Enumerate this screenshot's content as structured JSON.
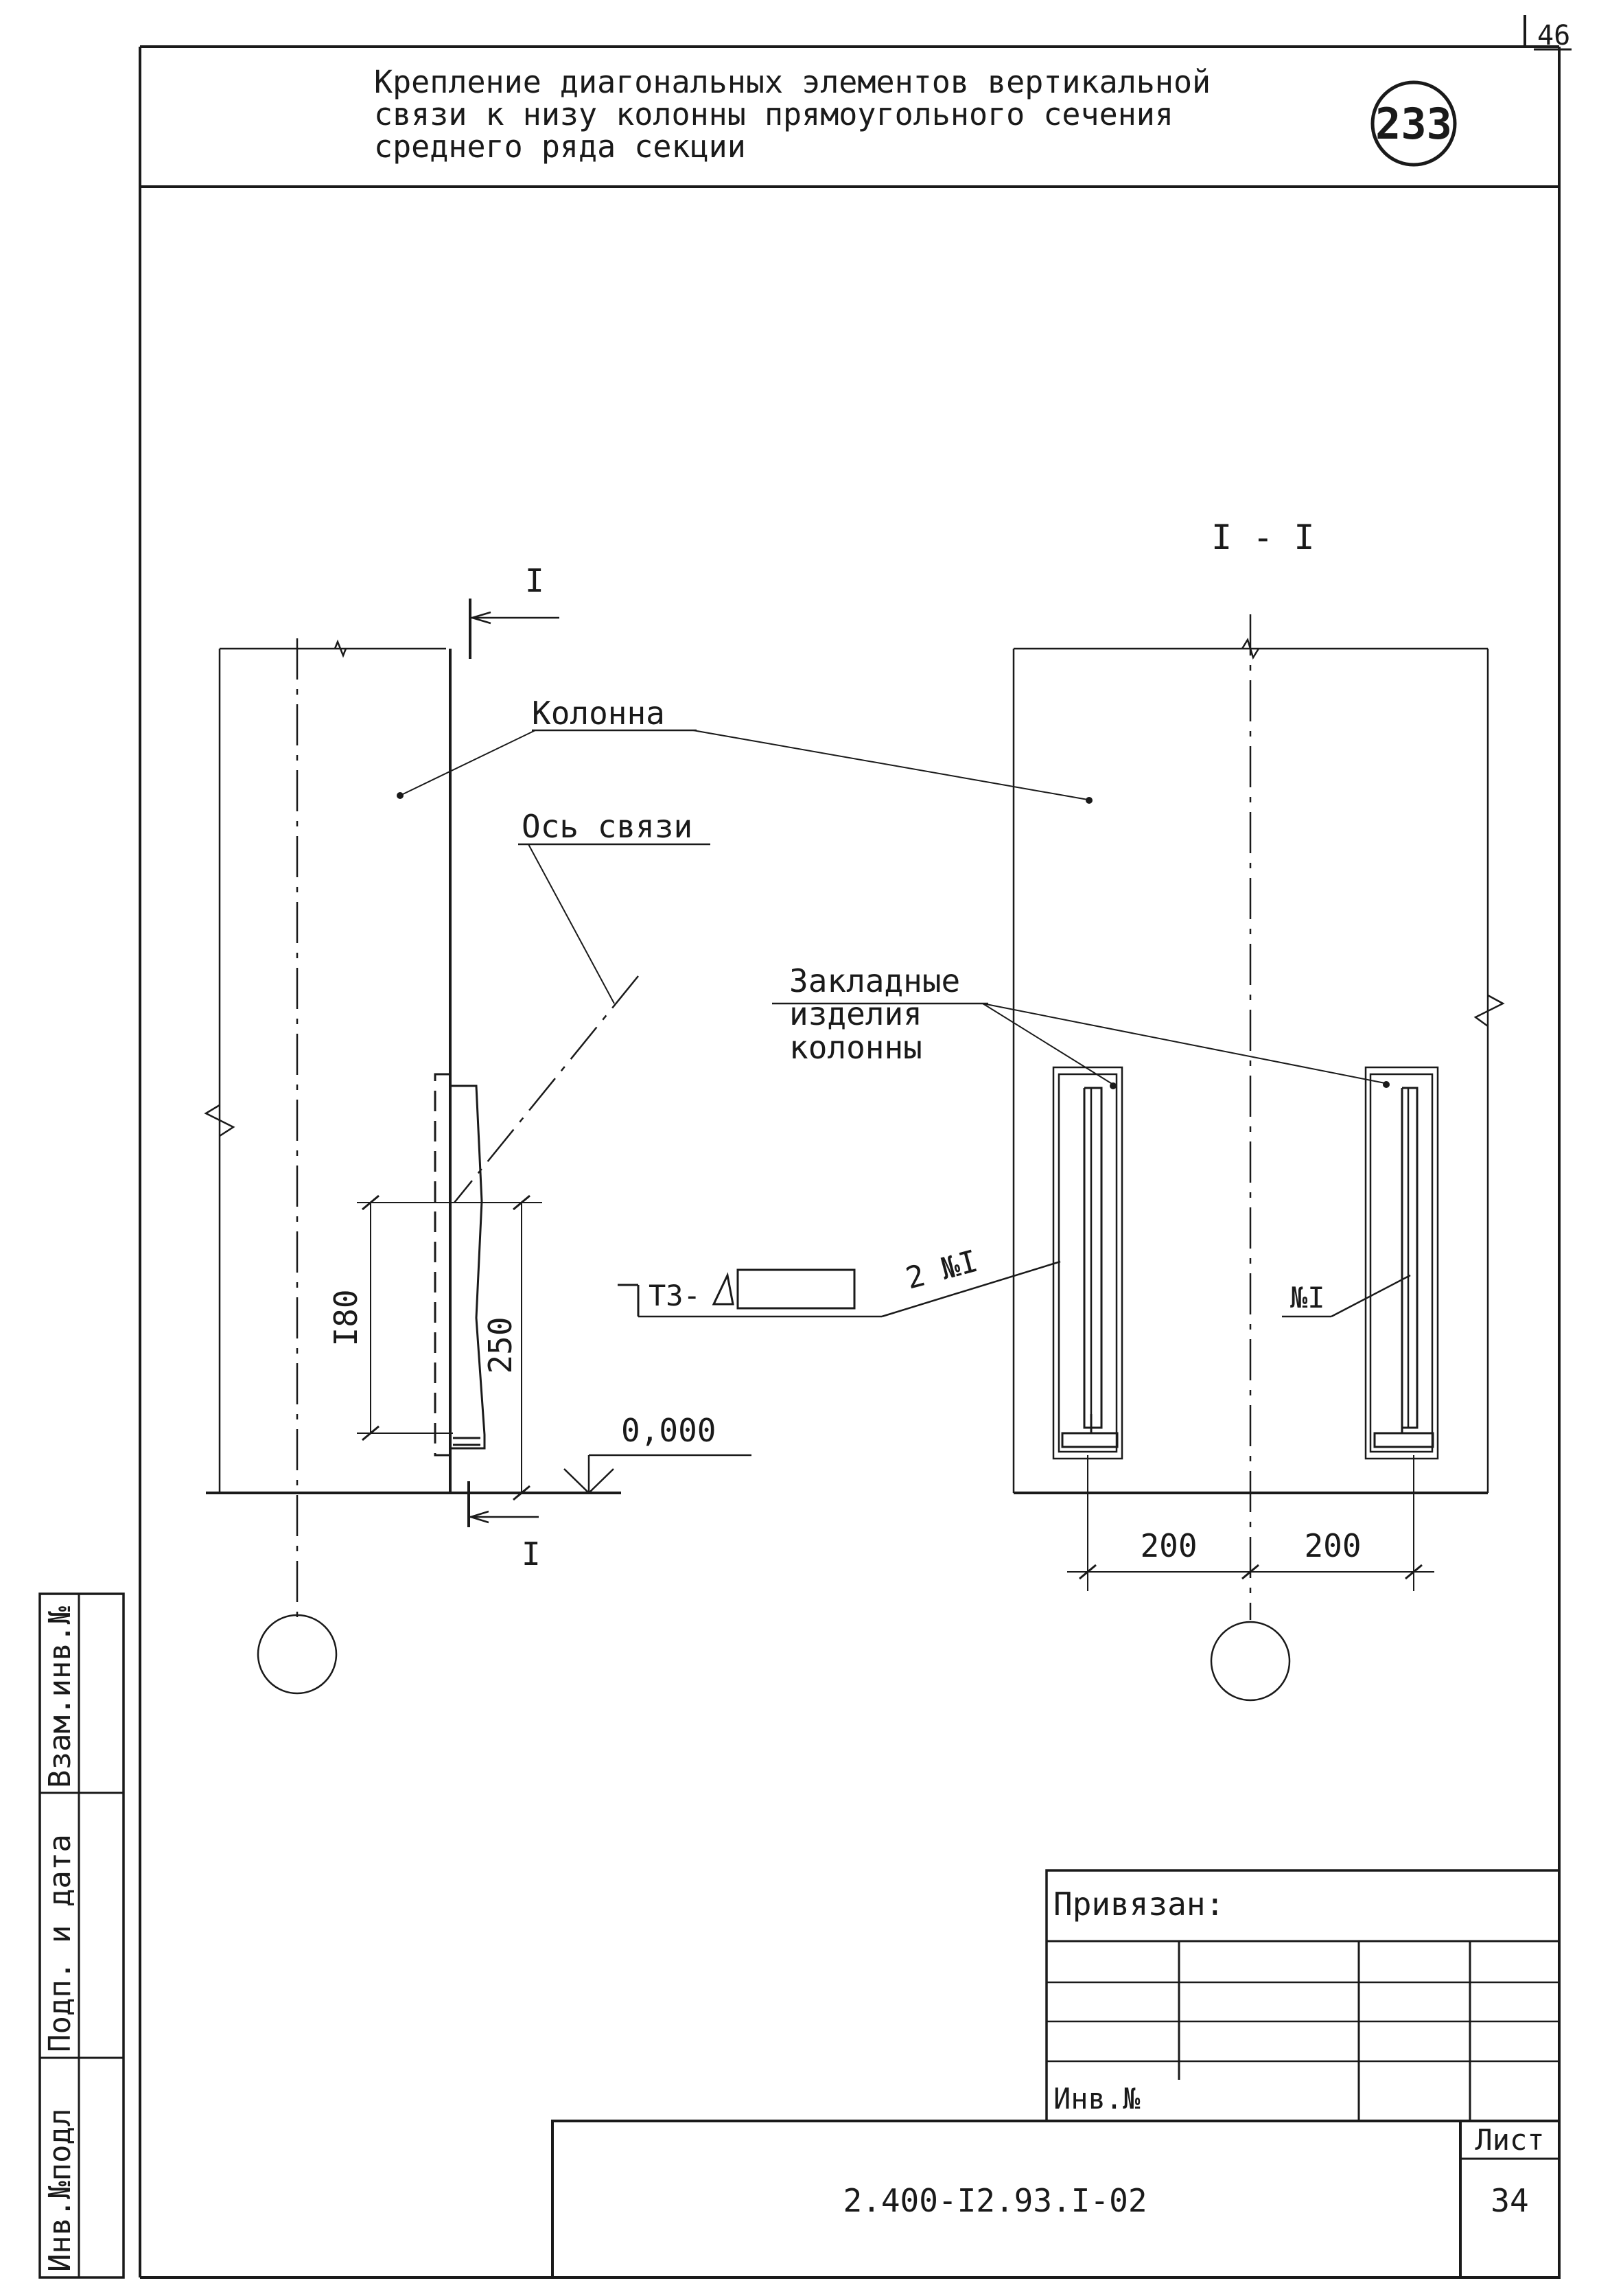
{
  "sheet": {
    "corner_page_number": "46",
    "title_lines": [
      "Крепление диагональных элементов вертикальной",
      "связи к низу колонны прямоугольного сечения",
      "среднего ряда секции"
    ],
    "node_number": "233"
  },
  "drawing": {
    "section_mark_top": "I",
    "section_mark_bottom": "I",
    "section_title": "I - I",
    "label_column": "Колонна",
    "label_brace_axis": "Ось связи",
    "label_embedded": [
      "Закладные",
      "изделия",
      "колонны"
    ],
    "dim_180": "I80",
    "dim_250": "250",
    "level_mark": "0,000",
    "weld_symbol": "Т3-",
    "weld_qty_ref": "2 №I",
    "part_ref": "№I",
    "dim_left": "200",
    "dim_right": "200"
  },
  "side_stamp": {
    "fields": [
      "Взам.инв.№",
      "Подп. и дата",
      "Инв.№подл"
    ]
  },
  "title_block": {
    "bound_label": "Привязан:",
    "inv_label": "Инв.№",
    "doc_code": "2.400-I2.93.I-02",
    "sheet_label": "Лист",
    "sheet_number": "34"
  }
}
